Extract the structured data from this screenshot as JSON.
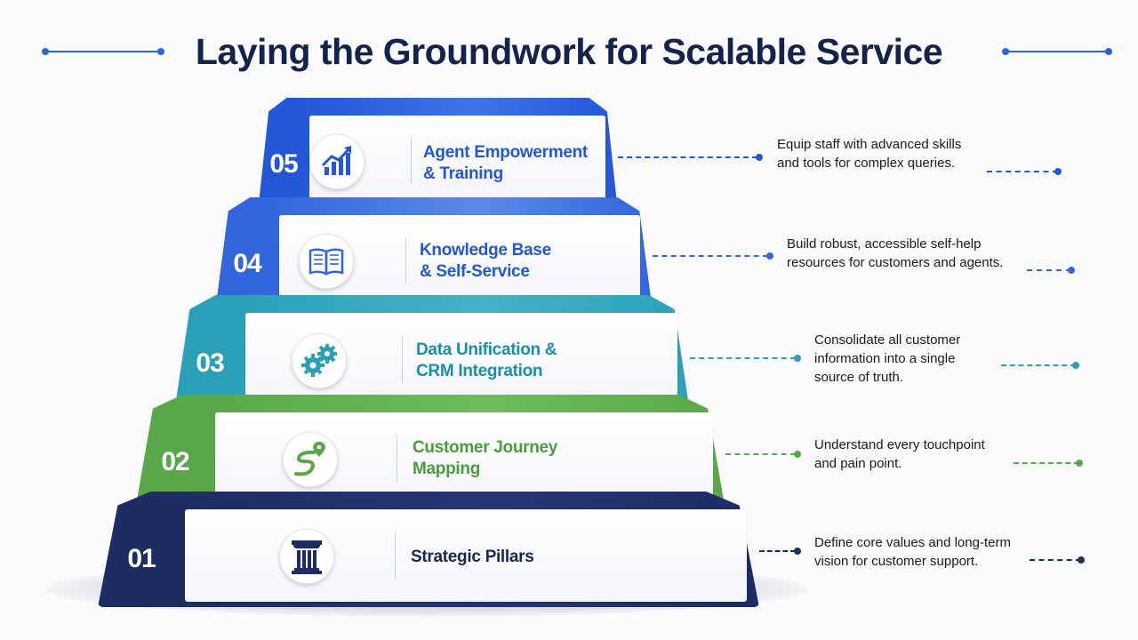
{
  "title": "Laying the Groundwork for Scalable Service",
  "colors": {
    "title": "#14234b",
    "accent": "#2b63d9"
  },
  "steps": [
    {
      "number": "05",
      "label_line1": "Agent Empowerment",
      "label_line2": "& Training",
      "icon": "growth-chart-icon",
      "description_lines": [
        "Equip staff with advanced skills",
        "and tools for complex queries."
      ],
      "color": "#2456d6",
      "back_color": "#3f73e6",
      "text_color": "#2456d6"
    },
    {
      "number": "04",
      "label_line1": "Knowledge Base",
      "label_line2": "& Self-Service",
      "icon": "open-book-icon",
      "description_lines": [
        "Build robust, accessible self-help",
        "resources for customers and agents."
      ],
      "color": "#3366dd",
      "back_color": "#5a8ae6",
      "text_color": "#2458cc"
    },
    {
      "number": "03",
      "label_line1": "Data Unification &",
      "label_line2": "CRM Integration",
      "icon": "gears-icon",
      "description_lines": [
        "Consolidate all customer",
        "information into a single",
        "source of truth."
      ],
      "color": "#2aa0b7",
      "back_color": "#43b3c6",
      "text_color": "#1b8fa6"
    },
    {
      "number": "02",
      "label_line1": "Customer Journey",
      "label_line2": "Mapping",
      "icon": "journey-path-icon",
      "description_lines": [
        "Understand every touchpoint",
        "and pain point."
      ],
      "color": "#58a84a",
      "back_color": "#6fbb5e",
      "text_color": "#4e9b3f"
    },
    {
      "number": "01",
      "label_line1": "Strategic Pillars",
      "label_line2": "",
      "icon": "pillar-icon",
      "description_lines": [
        "Define core values and long-term",
        "vision for customer support."
      ],
      "color": "#1d2d63",
      "back_color": "#243676",
      "text_color": "#1b2650"
    }
  ]
}
